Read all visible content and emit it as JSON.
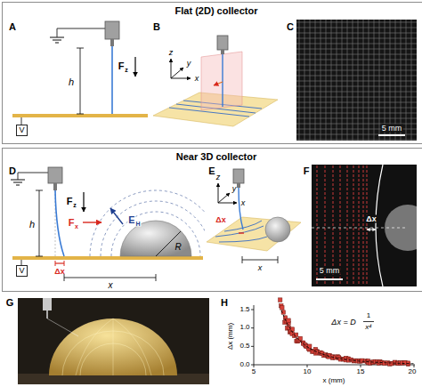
{
  "diagram": {
    "nodes": [
      {
        "text": [
          "Flat (2D) collector"
        ]
      },
      {
        "text": [
          "V"
        ],
        "in": 0
      },
      {
        "text": [
          "Near 3D collector"
        ]
      },
      {
        "text": [
          "V"
        ],
        "in": 2
      }
    ],
    "labels": [
      "A",
      "h",
      "F",
      "z",
      "B",
      "z",
      "y",
      "x",
      "C",
      "5 mm",
      "D",
      "h",
      "F",
      "z",
      "F",
      "x",
      "E",
      "H",
      "R",
      "Δx",
      "x",
      "E",
      "z",
      "y",
      "x",
      "Δx",
      "x",
      "F",
      "Δx",
      "5 mm",
      "G",
      "H",
      "Δx (mm)",
      "x (mm)",
      "0.0",
      "0.5",
      "1.0",
      "1.5",
      "5",
      "10",
      "15",
      "20",
      "Δx = D",
      "1",
      "x⁴"
    ]
  }
}
